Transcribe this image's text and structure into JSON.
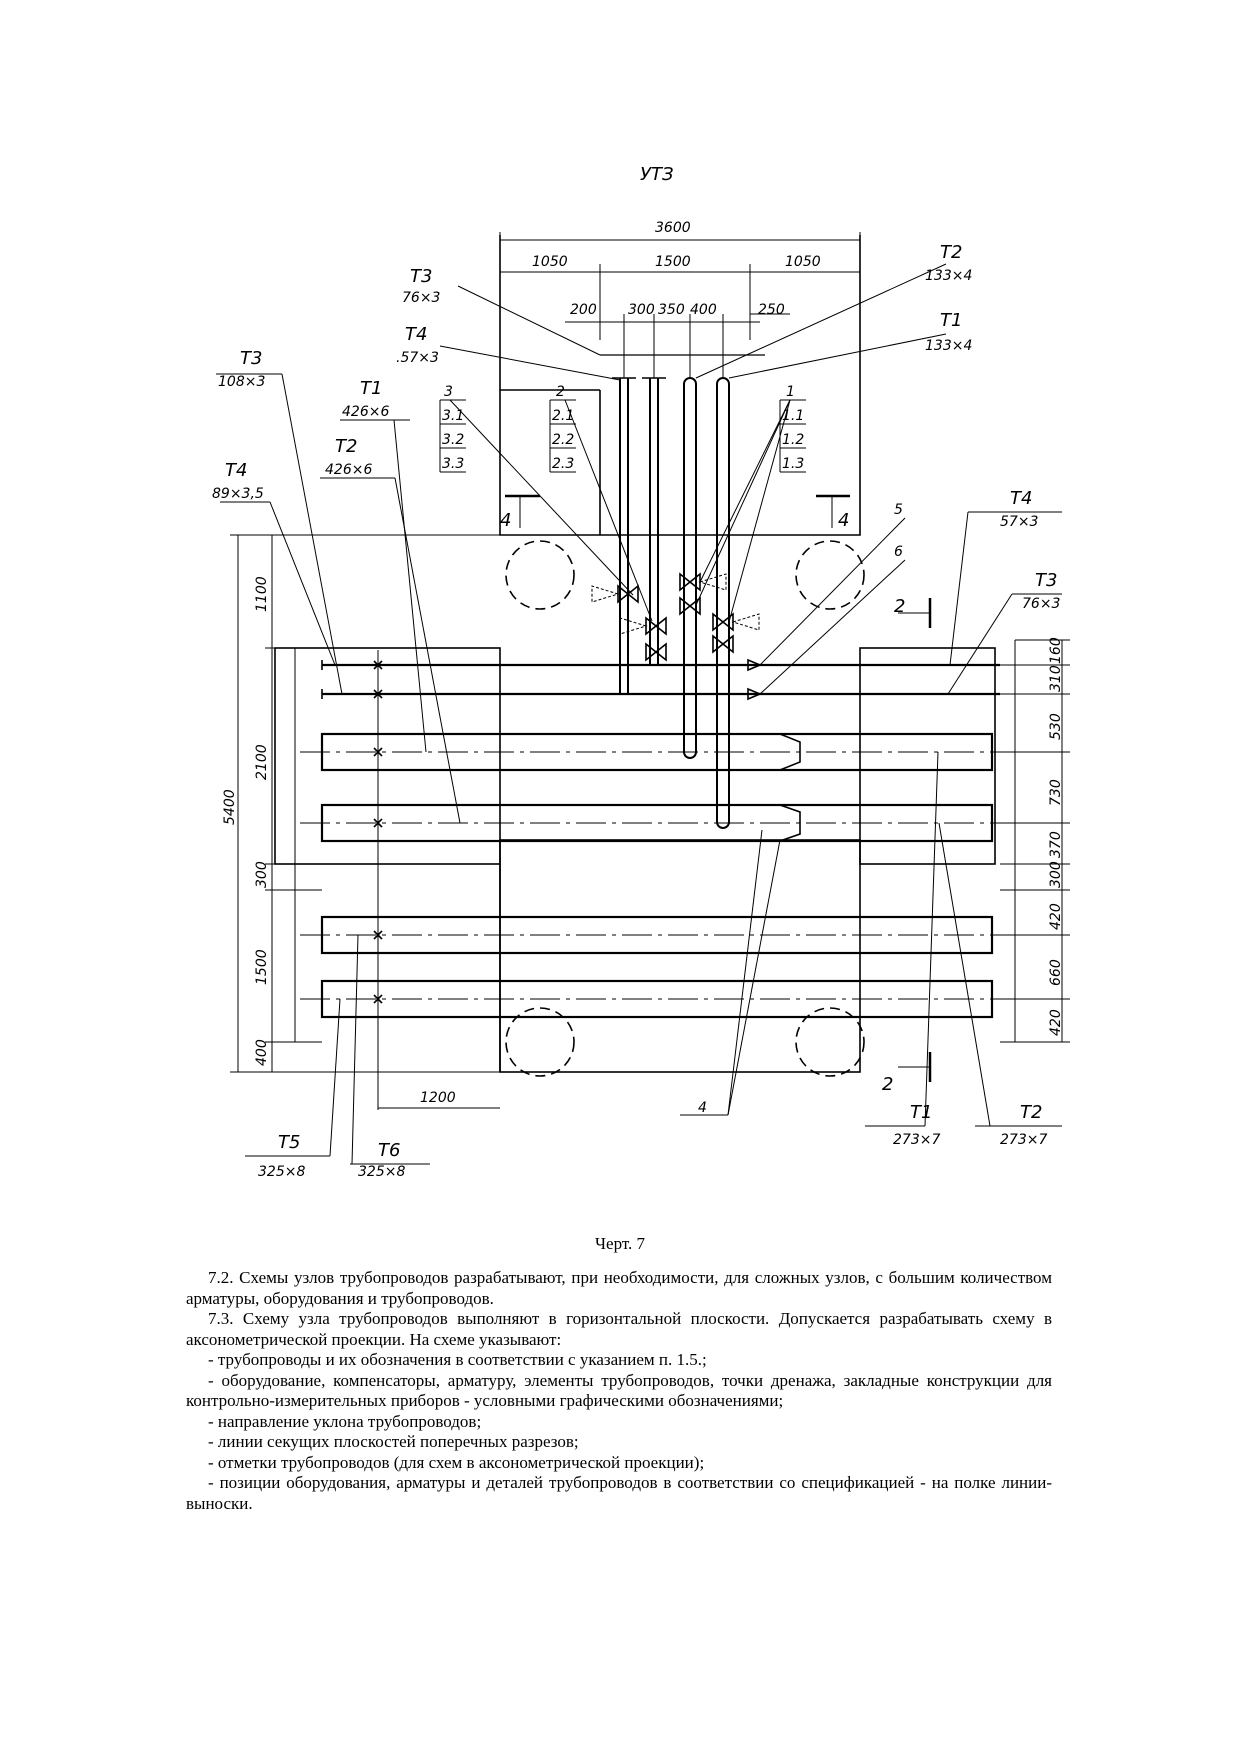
{
  "drawing": {
    "title": "УТЗ",
    "dimensions": {
      "top_total": "3600",
      "top_left": "1050",
      "top_mid": "1500",
      "top_right": "1050",
      "top_d1": "200",
      "top_d2": "300",
      "top_d3": "350",
      "top_d4": "400",
      "top_d5": "250",
      "left_total": "5400",
      "left_1": "1100",
      "left_2": "2100",
      "left_3": "300",
      "left_4": "1500",
      "left_5": "400",
      "right_1": "160",
      "right_2": "310",
      "right_3": "530",
      "right_4": "730",
      "right_5": "370",
      "right_6": "300",
      "right_7": "420",
      "right_8": "660",
      "right_9": "420",
      "bottom_1": "1200"
    },
    "labels": [
      {
        "name": "Т3",
        "size": "76×3"
      },
      {
        "name": "Т4",
        "size": ".57×3"
      },
      {
        "name": "Т2",
        "size": "133×4"
      },
      {
        "name": "Т1",
        "size": "133×4"
      },
      {
        "name": "Т3",
        "size": "108×3"
      },
      {
        "name": "Т1",
        "size": "426×6"
      },
      {
        "name": "Т2",
        "size": "426×6"
      },
      {
        "name": "Т4",
        "size": "89×3,5"
      },
      {
        "name": "Т4",
        "size": "57×3"
      },
      {
        "name": "Т3",
        "size": "76×3"
      },
      {
        "name": "Т1",
        "size": "273×7"
      },
      {
        "name": "Т2",
        "size": "273×7"
      },
      {
        "name": "Т5",
        "size": "325×8"
      },
      {
        "name": "Т6",
        "size": "325×8"
      }
    ],
    "valve_groups": [
      {
        "num": "3",
        "items": [
          "3.1",
          "3.2",
          "3.3"
        ]
      },
      {
        "num": "2",
        "items": [
          "2.1",
          "2.2",
          "2.3"
        ]
      },
      {
        "num": "1",
        "items": [
          "1.1",
          "1.2",
          "1.3"
        ]
      }
    ],
    "markers": {
      "m5": "5",
      "m6": "6",
      "m4": "4",
      "section4": "4",
      "section2": "2"
    }
  },
  "caption": "Черт. 7",
  "text": {
    "p1": "7.2. Схемы узлов трубопроводов разрабатывают, при необходимости, для сложных узлов, с большим количеством арматуры, оборудования и трубопроводов.",
    "p2": "7.3. Схему узла трубопроводов выполняют в горизонтальной плоскости. Допускается разрабатывать схему в аксонометрической проекции. На схеме указывают:",
    "items": [
      "- трубопроводы и их обозначения в соответствии с указанием п. 1.5.;",
      "- оборудование, компенсаторы, арматуру, элементы трубопроводов, точки дренажа, закладные конструкции для контрольно-измерительных приборов - условными графическими обозначениями;",
      "- направление уклона трубопроводов;",
      "- линии секущих плоскостей поперечных разрезов;",
      "- отметки трубопроводов (для схем в аксонометрической проекции);",
      "- позиции оборудования, арматуры и деталей трубопроводов в соответствии со спецификацией - на полке линии-выноски."
    ]
  }
}
